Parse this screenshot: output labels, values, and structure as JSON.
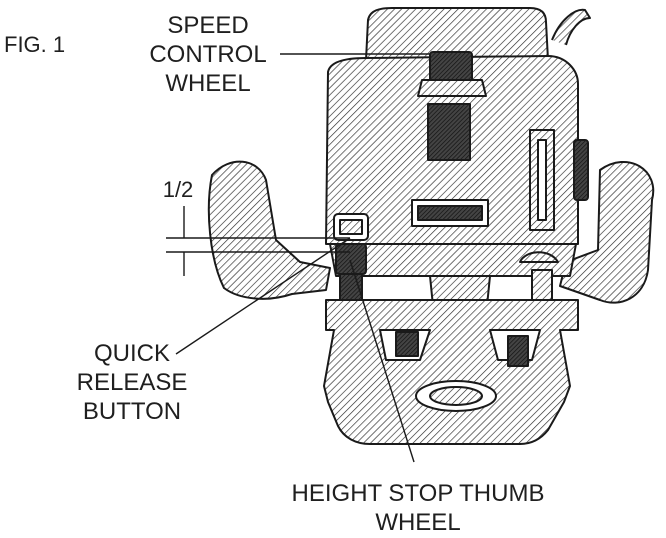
{
  "figure": {
    "fig_label": "FIG. 1",
    "labels": {
      "speed_control": [
        "SPEED",
        "CONTROL",
        "WHEEL"
      ],
      "fraction": "1/2",
      "quick_release": [
        "QUICK",
        "RELEASE",
        "BUTTON"
      ],
      "height_stop": [
        "HEIGHT STOP THUMB",
        "WHEEL"
      ]
    },
    "colors": {
      "ink": "#1a1a1a",
      "paper": "#ffffff"
    }
  }
}
